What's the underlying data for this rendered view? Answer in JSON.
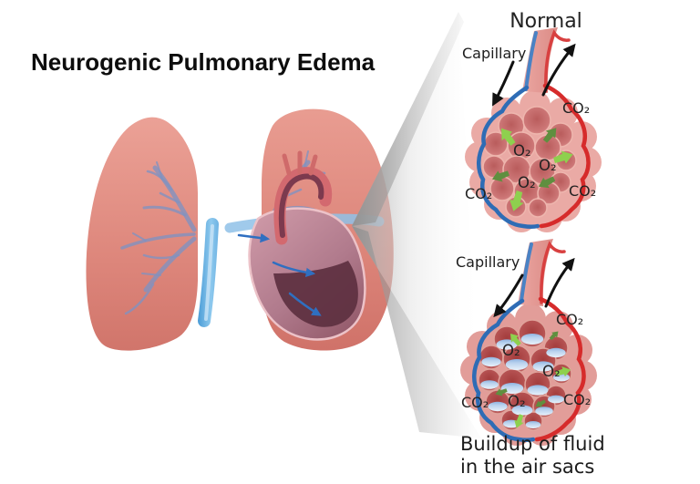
{
  "title": "Neurogenic Pulmonary Edema",
  "normal_panel": {
    "heading": "Normal",
    "capillary_label": "Capillary",
    "co2_top": "CO₂",
    "co2_left": "CO₂",
    "co2_right": "CO₂",
    "o2_labels": [
      "O₂",
      "O₂",
      "O₂"
    ]
  },
  "edema_panel": {
    "capillary_label": "Capillary",
    "co2_top": "CO₂",
    "co2_left": "CO₂",
    "co2_right": "CO₂",
    "o2_labels": [
      "O₂",
      "O₂",
      "O₂"
    ],
    "caption_line1": "Buildup of fluid",
    "caption_line2": "in the air sacs"
  },
  "colors": {
    "lung_pink": "#dd877c",
    "vessel_slate_blue": "#7f92c2",
    "capillary_blue": "#2e6cb5",
    "capillary_red": "#d62b2b",
    "oxygen_arrow_green_light": "#8ed04e",
    "oxygen_arrow_green_dark": "#5f8f3f",
    "fluid_blue": "#a9c6e8",
    "heart_maroon": "#5d3040",
    "magnifier_gray": "#a6a6a6"
  }
}
